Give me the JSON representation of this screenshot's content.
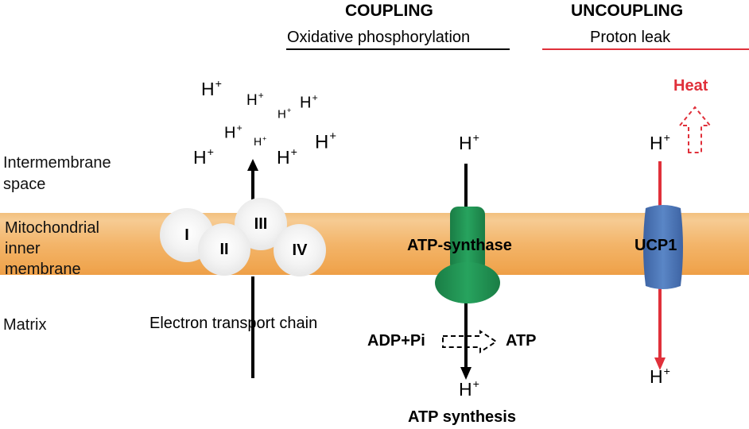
{
  "headers": {
    "coupling": "COUPLING",
    "uncoupling": "UNCOUPLING",
    "oxphos": "Oxidative phosphorylation",
    "proton_leak": "Proton leak"
  },
  "regions": {
    "intermembrane_1": "Intermembrane",
    "intermembrane_2": "space",
    "membrane_1": "Mitochondrial",
    "membrane_2": "inner",
    "membrane_3": "membrane",
    "matrix": "Matrix"
  },
  "proton": {
    "symbol": "H",
    "charge": "+"
  },
  "complexes": [
    "I",
    "II",
    "III",
    "IV"
  ],
  "etc_label": "Electron transport chain",
  "atp_synthase": "ATP-synthase",
  "adp_pi": "ADP+Pi",
  "atp": "ATP",
  "atp_synthesis": "ATP synthesis",
  "ucp1": "UCP1",
  "heat": "Heat",
  "colors": {
    "membrane": "#f3b56a",
    "atp_synthase": "#1e8c4e",
    "ucp1": "#4a73b3",
    "leak_red": "#e0303a"
  }
}
